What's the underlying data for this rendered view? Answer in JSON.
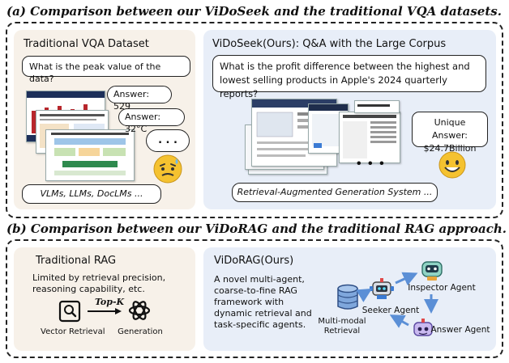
{
  "section_a": {
    "title": "(a) Comparison between our ViDoSeek and the traditional VQA datasets.",
    "left_panel": {
      "title": "Traditional VQA Dataset",
      "question": "What is the peak value of the data?",
      "answer1": "Answer: 529",
      "answer2": "Answer: 32°C",
      "ellipsis": ". . .",
      "models": "VLMs, LLMs, DocLMs ..."
    },
    "right_panel": {
      "title": "ViDoSeek(Ours): Q&A with the Large Corpus",
      "question": "What is the profit difference between the highest and lowest selling products in Apple's 2024 quarterly reports?",
      "unique_answer_line1": "Unique Answer:",
      "unique_answer_line2": "$24.7Billion",
      "ellipsis": "• • •",
      "system": "Retrieval-Augmented Generation System ..."
    }
  },
  "section_b": {
    "title": "(b) Comparison between our ViDoRAG and the traditional RAG approach.",
    "left_panel": {
      "title": "Traditional RAG",
      "limitation_line1": "Limited by retrieval precision,",
      "limitation_line2": "reasoning capability, etc.",
      "topk": "Top-K",
      "vector_retrieval": "Vector Retrieval",
      "generation": "Generation"
    },
    "right_panel": {
      "title": "ViDoRAG(Ours)",
      "desc_lines": [
        "A novel multi-agent,",
        "coarse-to-fine RAG",
        "framework with",
        "dynamic retrieval and",
        "task-specific agents."
      ],
      "inspector_agent": "Inspector Agent",
      "seeker_agent": "Seeker Agent",
      "answer_agent": "Answer Agent",
      "multimodal_line1": "Multi-modal",
      "multimodal_line2": "Retrieval"
    }
  },
  "colors": {
    "warm_panel": "#f7f1e9",
    "cool_panel": "#e8eef8",
    "arrow_blue": "#5b8fd6",
    "emoji_yellow": "#f5c230"
  }
}
